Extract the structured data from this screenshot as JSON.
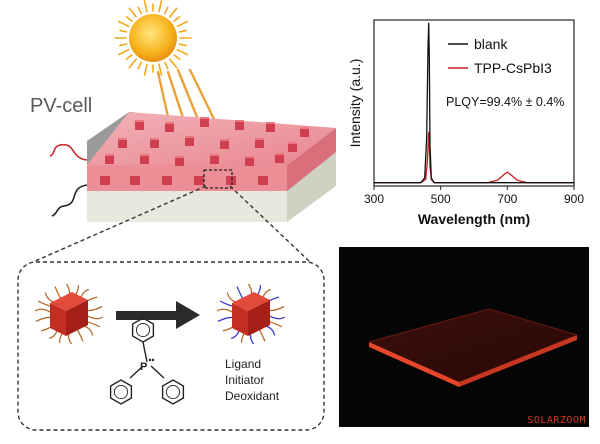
{
  "schematic": {
    "device_label": "PV-cell",
    "agent_labels": [
      "Ligand",
      "Initiator",
      "Deoxidant"
    ]
  },
  "chart_data": {
    "type": "line",
    "xlabel": "Wavelength (nm)",
    "ylabel": "Intensity (a.u.)",
    "xlim": [
      300,
      900
    ],
    "xticks": [
      "300",
      "500",
      "700",
      "900"
    ],
    "grid": false,
    "legend_position": "top-right",
    "annotation": "PLQY=99.4% ± 0.4%",
    "series": [
      {
        "name": "blank",
        "color": "#111111",
        "x": [
          300,
          440,
          452,
          458,
          462,
          464,
          466,
          468,
          472,
          480,
          600,
          900
        ],
        "y": [
          0.02,
          0.02,
          0.05,
          0.3,
          0.85,
          1.0,
          0.8,
          0.25,
          0.05,
          0.02,
          0.02,
          0.02
        ]
      },
      {
        "name": "TPP-CsPbI3",
        "color": "#c62020",
        "x": [
          300,
          440,
          455,
          460,
          464,
          466,
          468,
          472,
          480,
          640,
          670,
          690,
          700,
          710,
          730,
          760,
          900
        ],
        "y": [
          0.02,
          0.02,
          0.04,
          0.15,
          0.33,
          0.25,
          0.12,
          0.04,
          0.02,
          0.02,
          0.035,
          0.07,
          0.085,
          0.07,
          0.035,
          0.02,
          0.02
        ]
      }
    ]
  },
  "photo": {
    "watermark": "SOLARZOOM"
  }
}
